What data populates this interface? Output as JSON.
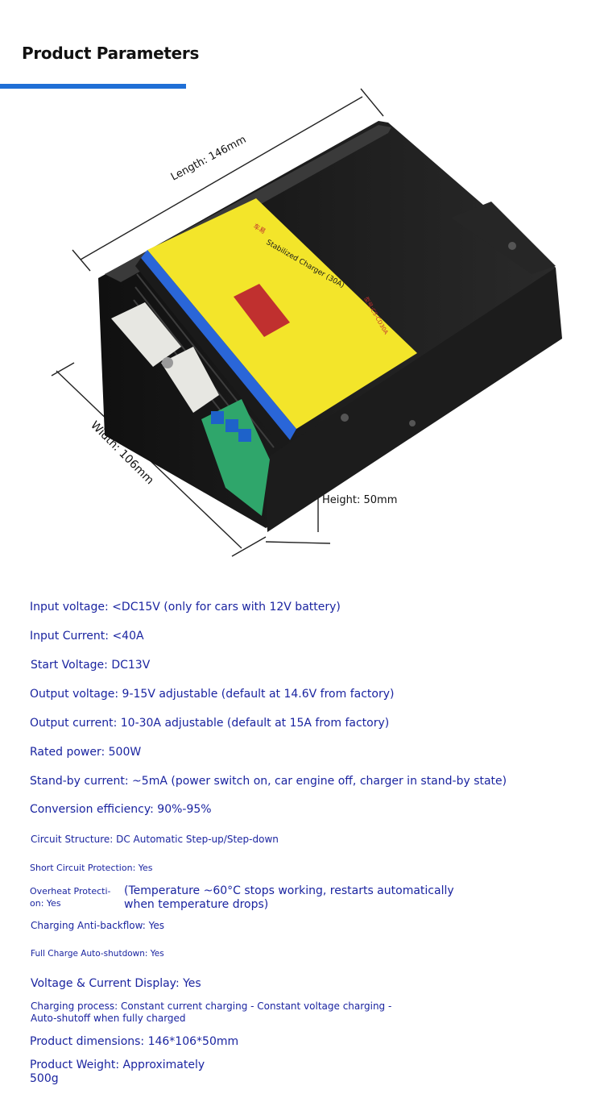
{
  "header": {
    "title": "Product Parameters",
    "accent_color": "#1f6fd6"
  },
  "photo": {
    "length_label": "Length: 146mm",
    "width_label": "Width: 106mm",
    "height_label": "Height: 50mm",
    "label_title": "Stabilized Charger (30A)",
    "label_brand": "车易",
    "label_model": "型号:CS-CD30A"
  },
  "specs": {
    "input_voltage": "Input voltage: <DC15V (only for cars with 12V battery)",
    "input_current": "Input Current: <40A",
    "start_voltage": "Start Voltage: DC13V",
    "output_voltage": "Output voltage: 9-15V adjustable (default at 14.6V from factory)",
    "output_current": "Output current: 10-30A adjustable (default at 15A from factory)",
    "rated_power": "Rated power: 500W",
    "standby_current": "Stand-by current: ~5mA (power switch on, car engine off, charger in stand-by state)",
    "conversion_efficiency": "Conversion efficiency: 90%-95%",
    "circuit_structure": "Circuit Structure: DC Automatic Step-up/Step-down",
    "short_circuit": "Short Circuit Protection: Yes",
    "overheat_label": "Overheat Protecti-on: Yes",
    "overheat_note": "(Temperature ~60°C stops working, restarts automatically when temperature drops)",
    "anti_backflow": "Charging Anti-backflow: Yes",
    "full_charge": "Full Charge Auto-shutdown: Yes",
    "display": "Voltage & Current Display: Yes",
    "charging_process": "Charging process: Constant current charging - Constant voltage charging - Auto-shutoff when fully charged",
    "dimensions": "Product dimensions: 146*106*50mm",
    "weight": "Product Weight: Approximately 500g"
  }
}
